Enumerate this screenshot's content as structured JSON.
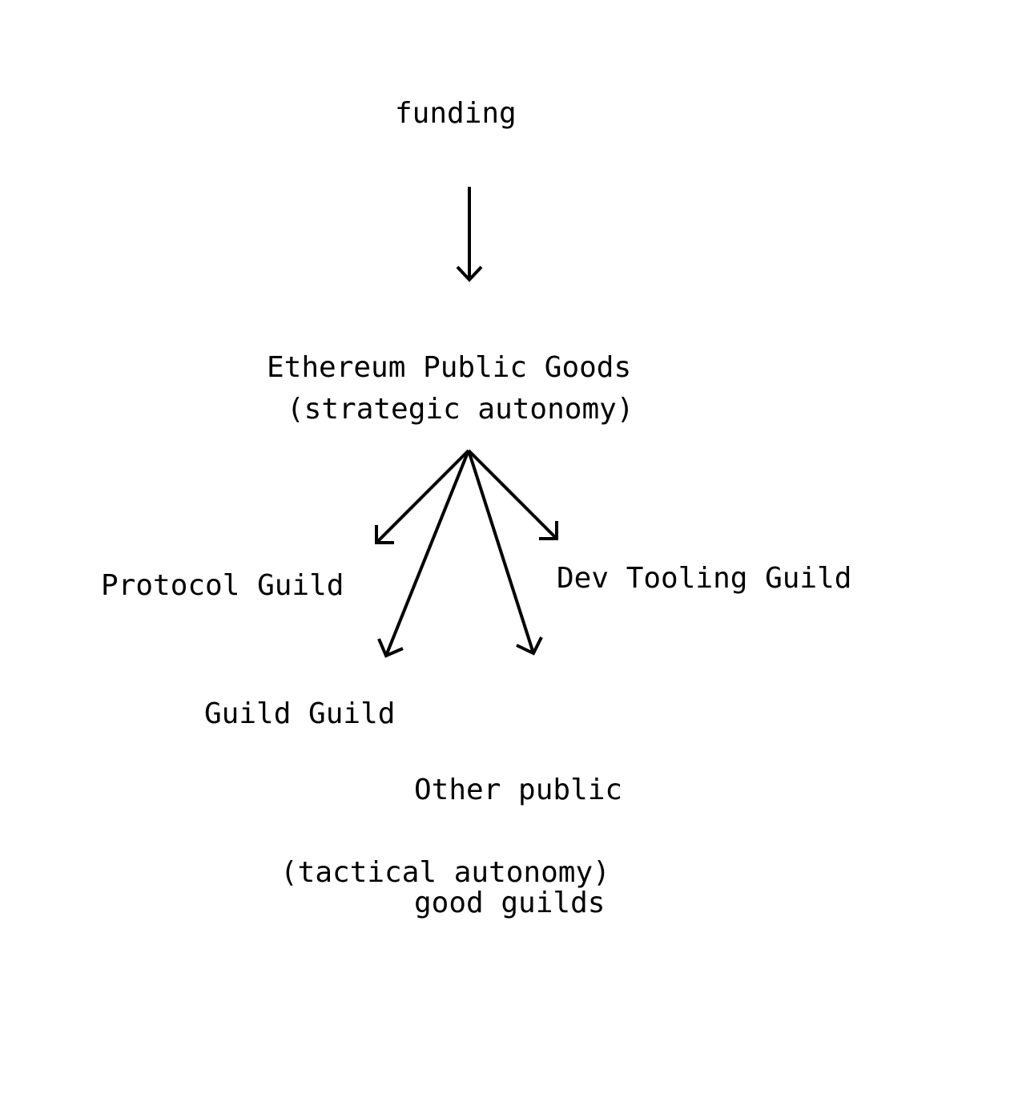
{
  "diagram": {
    "background_color": "#ffffff",
    "line_color": "#000000",
    "nodes": {
      "funding": {
        "label": "funding"
      },
      "epg": {
        "label": "Ethereum Public Goods",
        "sublabel": "(strategic autonomy)"
      },
      "protocol_guild": {
        "label": "Protocol Guild"
      },
      "dev_tooling_guild": {
        "label": "Dev Tooling Guild"
      },
      "guild_guild": {
        "label": "Guild Guild"
      },
      "other_guilds": {
        "line1": "Other public",
        "line2": "good guilds"
      },
      "tactical_note": {
        "label": "(tactical autonomy)"
      }
    },
    "edges": [
      {
        "from": "funding",
        "to": "epg"
      },
      {
        "from": "epg",
        "to": "protocol_guild"
      },
      {
        "from": "epg",
        "to": "guild_guild"
      },
      {
        "from": "epg",
        "to": "other_guilds"
      },
      {
        "from": "epg",
        "to": "dev_tooling_guild"
      }
    ]
  }
}
